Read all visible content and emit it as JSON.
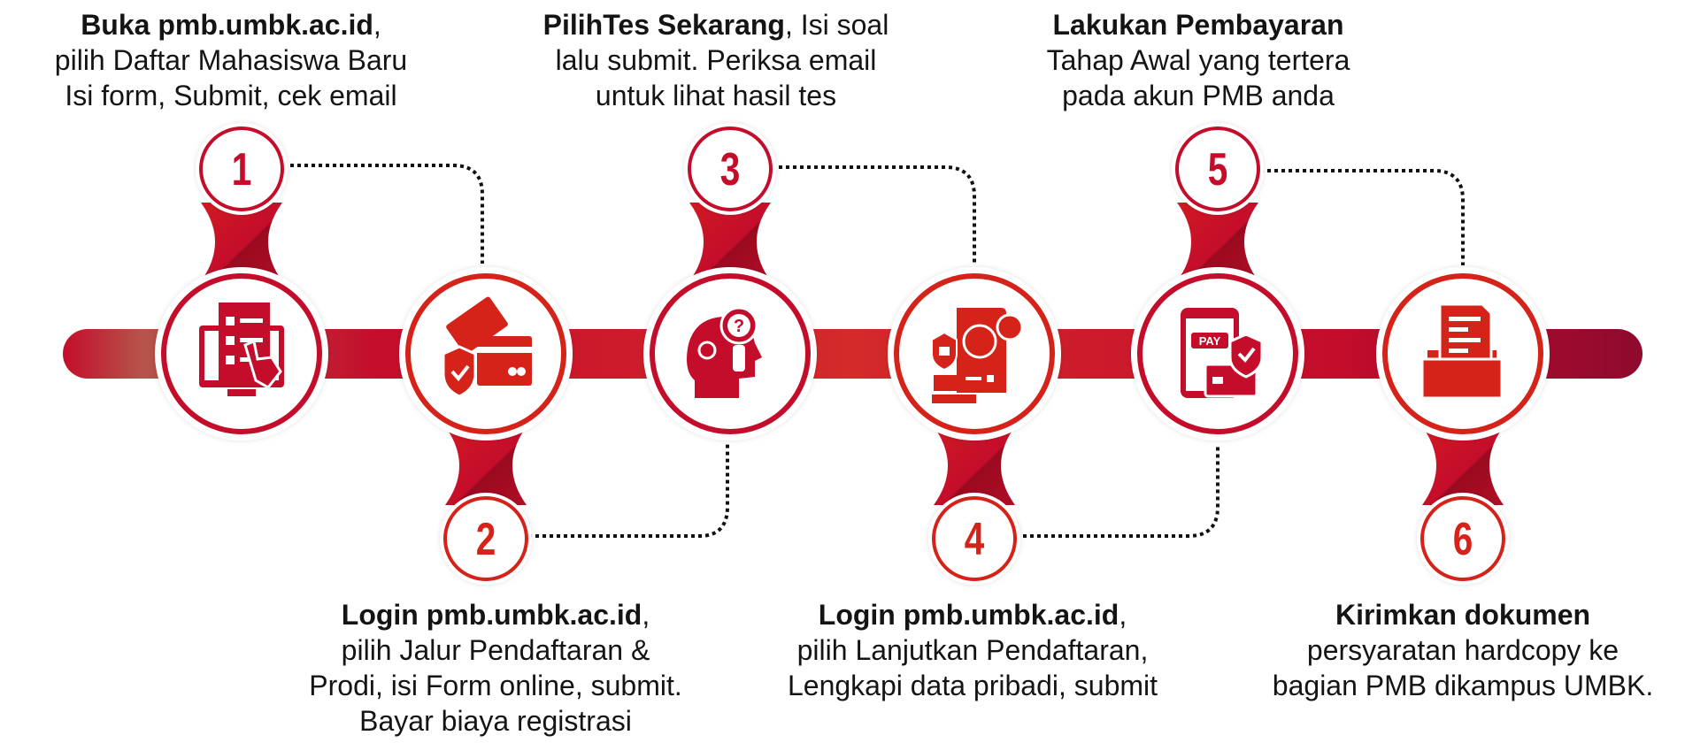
{
  "colors": {
    "primary": "#c40d2b",
    "secondary": "#d5231a",
    "dark": "#8e0a1e",
    "text": "#141414",
    "connector": "#111111"
  },
  "steps": [
    {
      "number": "1",
      "icon": "online-form-computer-icon",
      "position": "top",
      "lines": [
        {
          "bold": "Buka pmb.umbk.ac.id",
          "rest": ","
        },
        {
          "bold": "",
          "rest": "pilih Daftar Mahasiswa Baru"
        },
        {
          "bold": "",
          "rest": "Isi form, Submit, cek email"
        }
      ]
    },
    {
      "number": "2",
      "icon": "credit-card-shield-icon",
      "position": "bottom",
      "lines": [
        {
          "bold": "Login pmb.umbk.ac.id",
          "rest": ","
        },
        {
          "bold": "",
          "rest": "pilih Jalur Pendaftaran &"
        },
        {
          "bold": "",
          "rest": "Prodi, isi Form online, submit."
        },
        {
          "bold": "",
          "rest": "Bayar biaya registrasi"
        }
      ]
    },
    {
      "number": "3",
      "icon": "head-question-icon",
      "position": "top",
      "lines": [
        {
          "bold": "PilihTes Sekarang",
          "rest": ", Isi soal"
        },
        {
          "bold": "",
          "rest": "lalu submit. Periksa email"
        },
        {
          "bold": "",
          "rest": "untuk lihat hasil tes"
        }
      ]
    },
    {
      "number": "4",
      "icon": "personal-data-document-icon",
      "position": "bottom",
      "lines": [
        {
          "bold": "Login pmb.umbk.ac.id",
          "rest": ","
        },
        {
          "bold": "",
          "rest": "pilih Lanjutkan Pendaftaran,"
        },
        {
          "bold": "",
          "rest": "Lengkapi data pribadi, submit"
        }
      ]
    },
    {
      "number": "5",
      "icon": "mobile-payment-icon",
      "icon_text": "PAY",
      "position": "top",
      "lines": [
        {
          "bold": "Lakukan Pembayaran",
          "rest": ""
        },
        {
          "bold": "",
          "rest": "Tahap Awal yang tertera"
        },
        {
          "bold": "",
          "rest": "pada akun PMB anda"
        }
      ]
    },
    {
      "number": "6",
      "icon": "document-folder-icon",
      "position": "bottom",
      "lines": [
        {
          "bold": "Kirimkan dokumen",
          "rest": ""
        },
        {
          "bold": "",
          "rest": "persyaratan hardcopy ke"
        },
        {
          "bold": "",
          "rest": "bagian PMB dikampus UMBK."
        }
      ]
    }
  ]
}
